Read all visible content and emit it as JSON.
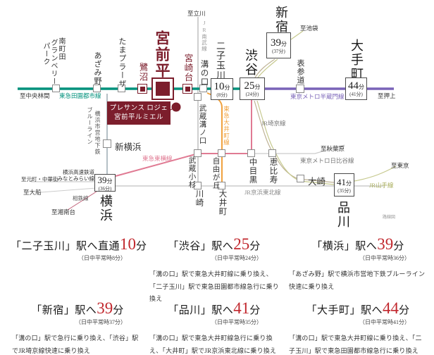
{
  "property": {
    "name_line1": "プレサンス ロジェ",
    "name_line2": "宮前平ルミエル"
  },
  "map": {
    "footnote": "路線図",
    "colors": {
      "denentoshi_green": "#00917C",
      "hanzomon_purple": "#7A63B8",
      "oimachi_orange": "#F0A13E",
      "toyoko_pink": "#E07A93",
      "jr_tan": "#BEB295",
      "yamanote_olive": "#A8AD5A",
      "gray_line": "#CCCCCC",
      "brand_maroon": "#7C1E2C",
      "accent_red": "#C1272D"
    },
    "lines": {
      "denentoshi": "東急田園都市線",
      "hanzomon": "東京メトロ半蔵門線",
      "oimachi": "東急大井町線",
      "toyoko": "東急東横線",
      "nambu": "JR南武線",
      "saikyo": "JR埼京線",
      "yamanote": "JR山手線",
      "hibiya": "東京メトロ日比谷線",
      "keihintohoku": "JR京浜東北線",
      "subway": "横浜市営地下鉄",
      "blueline": "ブルーライン",
      "minatomirai1": "横浜高速鉄道",
      "minatomirai2": "みなとみらい線",
      "sotetsu": "相鉄線"
    },
    "directions": {
      "chuorinkan": "至中央林間",
      "tachikawa": "至立川",
      "ikebukuro": "至池袋",
      "oshiage": "至押上",
      "akihabara": "至秋葉原",
      "tokyo": "至東京",
      "motomachi": "至元町・中華街",
      "ofuna": "至大船",
      "shonandai": "至湘南台"
    },
    "stations": {
      "minamimachida1": "南町田",
      "minamimachida2": "グランベリー",
      "minamimachida3": "パーク",
      "azamino": "あざみ野",
      "tamaplaza": "たまプラーザ",
      "saginuma": "鷺沼",
      "miyamaedaira": "宮前平",
      "miyazakidai": "宮崎台",
      "mizonokuchi": "溝の口",
      "musashimizonokuchi": "武蔵溝ノ口",
      "futakotamagawa": "二子玉川",
      "shibuya": "渋谷",
      "omotesando": "表参道",
      "shinjuku": "新宿",
      "otemachi": "大手町",
      "shinyokohama": "新横浜",
      "yokohama": "横浜",
      "musashikosugi": "武蔵小杉",
      "jiyugaoka": "自由が丘",
      "nakameguro": "中目黒",
      "ebisu": "恵比寿",
      "kawasaki": "川崎",
      "oimachi_st": "大井町",
      "osaki": "大崎",
      "shinagawa": "品川"
    },
    "time_boxes": {
      "futakotamagawa": {
        "time": "10",
        "unit": "分",
        "note": "(8分)"
      },
      "shibuya": {
        "time": "25",
        "unit": "分",
        "note": "(24分)"
      },
      "shinjuku": {
        "time": "39",
        "unit": "分",
        "note": "(37分)"
      },
      "otemachi": {
        "time": "44",
        "unit": "分",
        "note": "(41分)"
      },
      "yokohama": {
        "time": "39",
        "unit": "分",
        "note": "(36分)"
      },
      "shinagawa": {
        "time": "41",
        "unit": "分",
        "note": "(35分)"
      }
    }
  },
  "destinations": [
    {
      "pre": "「二子玉川」駅へ直通",
      "time": "10",
      "suf": "分",
      "note": "（日中平常時8分）",
      "desc": ""
    },
    {
      "pre": "「渋谷」駅へ",
      "time": "25",
      "suf": "分",
      "note": "（日中平常時24分）",
      "desc": "「溝の口」駅で東急大井町線に乗り換え、「二子玉川」駅で東急田園都市線急行に乗り換え"
    },
    {
      "pre": "「横浜」駅へ",
      "time": "39",
      "suf": "分",
      "note": "（日中平常時36分）",
      "desc": "「あざみ野」駅で横浜市営地下鉄ブルーライン快速に乗り換え"
    },
    {
      "pre": "「新宿」駅へ",
      "time": "39",
      "suf": "分",
      "note": "（日中平常時37分）",
      "desc": "「溝の口」駅で急行に乗り換え、「渋谷」駅でJR埼京線快速に乗り換え"
    },
    {
      "pre": "「品川」駅へ",
      "time": "41",
      "suf": "分",
      "note": "（日中平常時35分）",
      "desc": "「溝の口」駅で東急大井町線急行に乗り換え、「大井町」駅でJR京浜東北線に乗り換え"
    },
    {
      "pre": "「大手町」駅へ",
      "time": "44",
      "suf": "分",
      "note": "（日中平常時41分）",
      "desc": "「溝の口」駅で東急大井町線に乗り換え、「二子玉川」駅で東急田園都市線急行に乗り換え（日中平常時は乗り換えなし）"
    }
  ]
}
